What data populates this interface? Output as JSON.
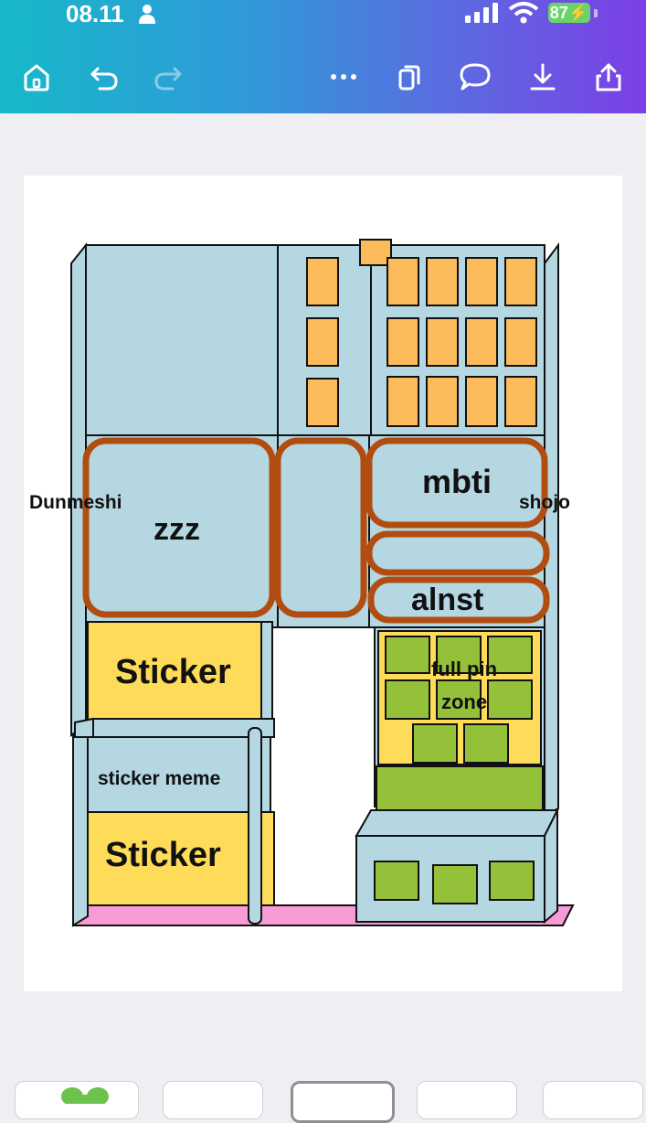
{
  "status_bar": {
    "time": "08.11",
    "battery": "87"
  },
  "toolbar": {
    "icons": [
      "home-icon",
      "undo-icon",
      "redo-icon",
      "more-icon",
      "pages-icon",
      "comment-icon",
      "download-icon",
      "share-icon"
    ]
  },
  "canvas": {
    "labels": {
      "left_outside": "Dunmeshi",
      "right_outside": "shojo",
      "zzz": "zzz",
      "mbti": "mbti",
      "alnst": "alnst",
      "full_pin_zone": "full pin zone",
      "sticker_top": "Sticker",
      "sticker_meme": "sticker meme",
      "sticker_bottom": "Sticker"
    },
    "colors": {
      "shelf_blue": "#b5d7e2",
      "box_orange": "#fbbb5b",
      "frame_brown": "#b24d12",
      "sticker_yellow": "#fedc59",
      "pin_green": "#95c13a",
      "floor_pink": "#f79bd7"
    }
  }
}
